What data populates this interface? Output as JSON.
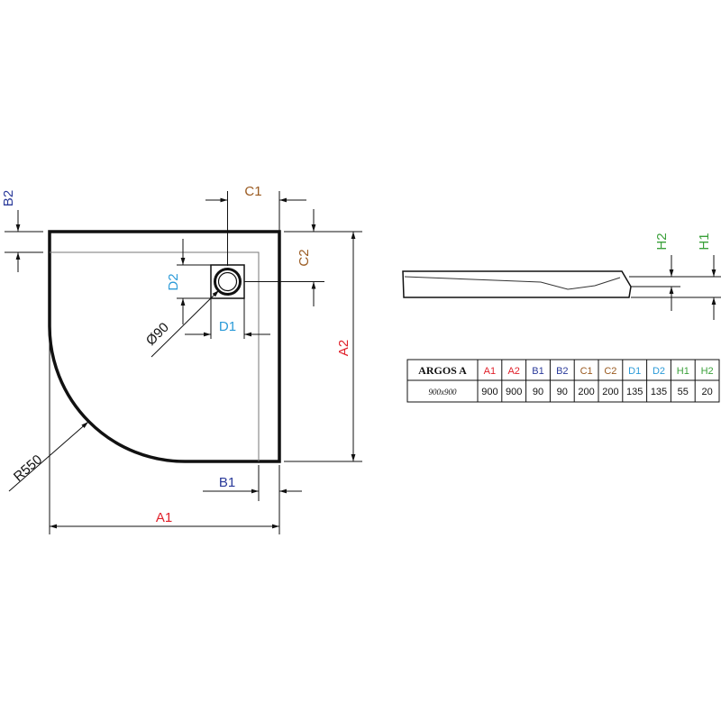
{
  "colors": {
    "red": "#e0202a",
    "blue": "#2a3a9a",
    "brown": "#9a5a20",
    "cyan": "#2a9ad8",
    "green": "#3aa03a",
    "black": "#111111"
  },
  "labels": {
    "a1": "A1",
    "a2": "A2",
    "b1": "B1",
    "b2": "B2",
    "c1": "C1",
    "c2": "C2",
    "d1": "D1",
    "d2": "D2",
    "h1": "H1",
    "h2": "H2",
    "radius": "R550",
    "drain_diameter": "Ø90"
  },
  "table": {
    "model": "ARGOS A",
    "size": "900x900",
    "headers": [
      "A1",
      "A2",
      "B1",
      "B2",
      "C1",
      "C2",
      "D1",
      "D2",
      "H1",
      "H2"
    ],
    "values": [
      "900",
      "900",
      "90",
      "90",
      "200",
      "200",
      "135",
      "135",
      "55",
      "20"
    ],
    "header_colors": [
      "#e0202a",
      "#e0202a",
      "#2a3a9a",
      "#2a3a9a",
      "#9a5a20",
      "#9a5a20",
      "#2a9ad8",
      "#2a9ad8",
      "#3aa03a",
      "#3aa03a"
    ]
  }
}
